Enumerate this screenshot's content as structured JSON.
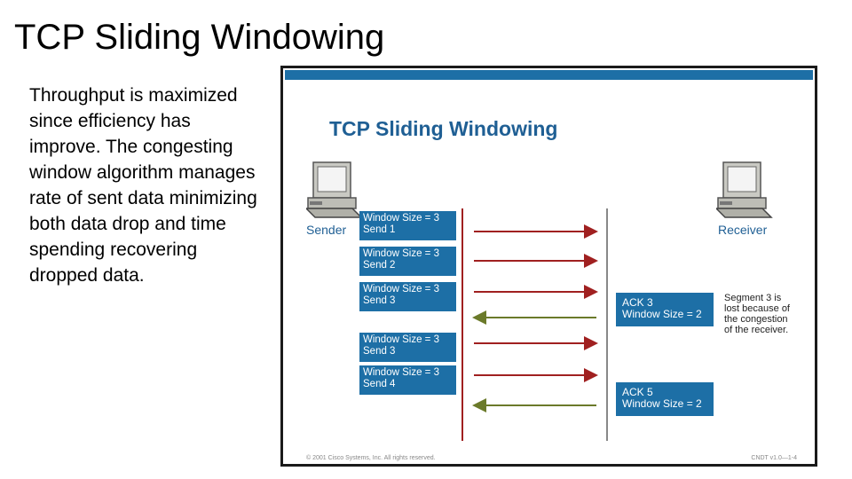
{
  "slide": {
    "title": "TCP Sliding Windowing",
    "bullet": "Throughput is maximized since efficiency has improve. The congesting window algorithm manages rate of sent data minimizing both data drop and time spending recovering dropped data."
  },
  "diagram": {
    "title": "TCP Sliding Windowing",
    "sender_label": "Sender",
    "receiver_label": "Receiver",
    "segments": [
      {
        "line1": "Window Size = 3",
        "line2": "Send 1"
      },
      {
        "line1": "Window Size = 3",
        "line2": "Send 2"
      },
      {
        "line1": "Window Size = 3",
        "line2": "Send 3"
      },
      {
        "line1": "Window Size = 3",
        "line2": "Send 3"
      },
      {
        "line1": "Window Size = 3",
        "line2": "Send 4"
      }
    ],
    "acks": [
      {
        "line1": "ACK 3",
        "line2": "Window Size = 2"
      },
      {
        "line1": "ACK 5",
        "line2": "Window Size = 2"
      }
    ],
    "note": "Segment 3 is lost because of the congestion of the receiver.",
    "footer_left": "© 2001 Cisco Systems, Inc. All rights reserved.",
    "footer_right": "CNDT v1.0—1-4",
    "colors": {
      "box": "#1d6fa6",
      "title": "#1f5f94",
      "arrow_send": "#a02020",
      "arrow_ack": "#6b7a2a"
    }
  }
}
